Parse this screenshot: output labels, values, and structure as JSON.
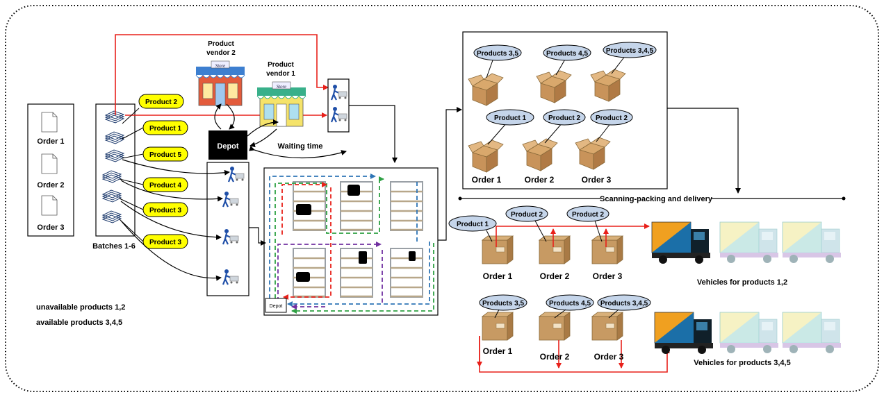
{
  "orders": [
    "Order 1",
    "Order 2",
    "Order 3"
  ],
  "batches_label": "Batches 1-6",
  "batch_products": [
    "Product 2",
    "Product 1",
    "Product 5",
    "Product 4",
    "Product 3",
    "Product 3"
  ],
  "vendors": {
    "vendor2": [
      "Product",
      "vendor 2"
    ],
    "vendor1": [
      "Product",
      "vendor 1"
    ],
    "store_sign": "Store"
  },
  "depot_label": "Depot",
  "waiting_time": "Waiting time",
  "warehouse_depot": "Depot",
  "notes": [
    "unavailable products 1,2",
    "available products 3,4,5"
  ],
  "sorting": {
    "top_products": [
      "Products 3,5",
      "Products 4,5",
      "Products 3,4,5"
    ],
    "bottom_products": [
      "Product 1",
      "Product 2",
      "Product 2"
    ],
    "orders": [
      "Order 1",
      "Order 2",
      "Order 3"
    ]
  },
  "scan_label": "Scanning-packing and delivery",
  "delivery1": {
    "products": [
      "Product 1",
      "Product 2",
      "Product 2"
    ],
    "orders": [
      "Order 1",
      "Order 2",
      "Order 3"
    ],
    "vehicles_label": "Vehicles for products 1,2"
  },
  "delivery2": {
    "products": [
      "Products 3,5",
      "Products 4,5",
      "Products 3,4,5"
    ],
    "orders": [
      "Order 1",
      "Order 2",
      "Order 3"
    ],
    "vehicles_label": "Vehicles for products 3,4,5"
  },
  "colors": {
    "flow_red": "#e8201a",
    "yellow_tag": "#ffff00",
    "blue_tag": "#c5d5ea",
    "route_blue": "#2e75b6",
    "route_green": "#2ea043",
    "route_red": "#e8201a",
    "route_purple": "#7030a0"
  }
}
